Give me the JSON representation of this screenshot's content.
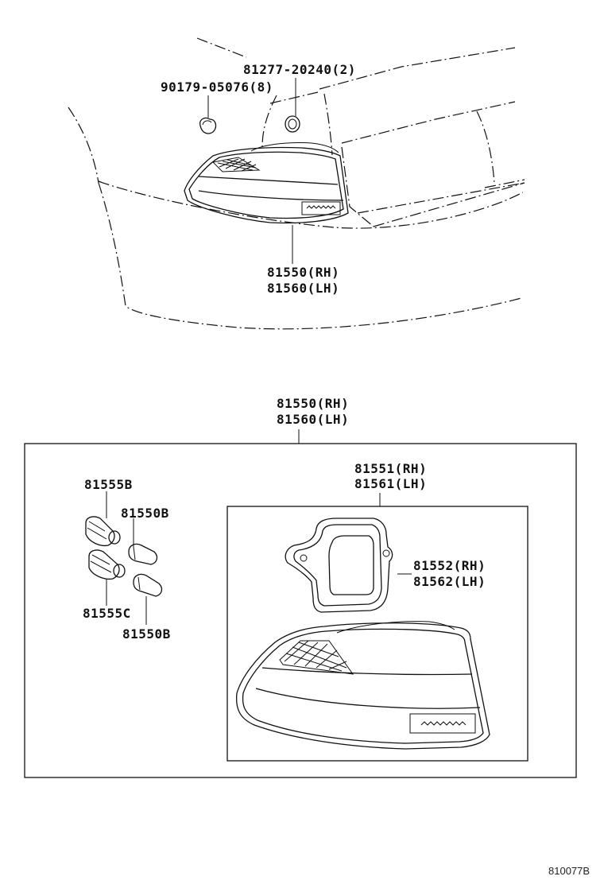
{
  "labels": {
    "grommet": "81277-20240(2)",
    "nut": "90179-05076(8)",
    "lamp_top_rh": "81550(RH)",
    "lamp_top_lh": "81560(LH)",
    "assy_rh": "81550(RH)",
    "assy_lh": "81560(LH)",
    "lens_rh": "81551(RH)",
    "lens_lh": "81561(LH)",
    "gasket_rh": "81552(RH)",
    "gasket_lh": "81562(LH)",
    "socket_b": "81555B",
    "bulb_upper": "81550B",
    "socket_c": "81555C",
    "bulb_lower": "81550B"
  },
  "diagram_code": "810077B"
}
